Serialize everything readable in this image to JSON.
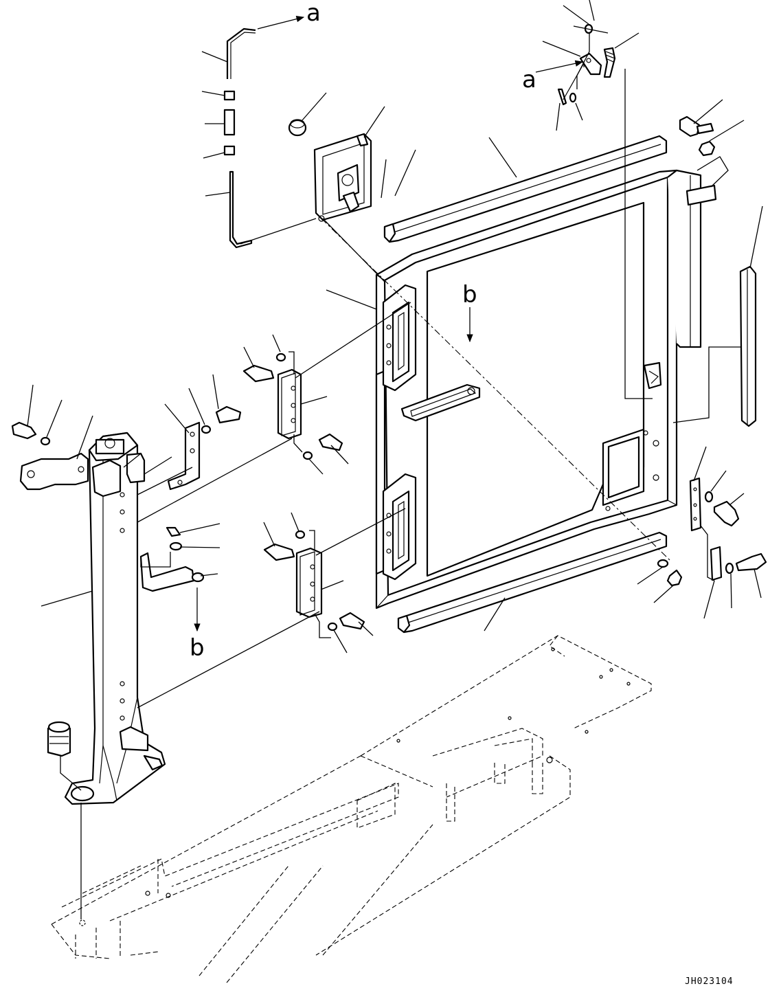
{
  "labels": {
    "ref_a": "a",
    "ref_b": "b",
    "drawing_code": "JH023104"
  }
}
